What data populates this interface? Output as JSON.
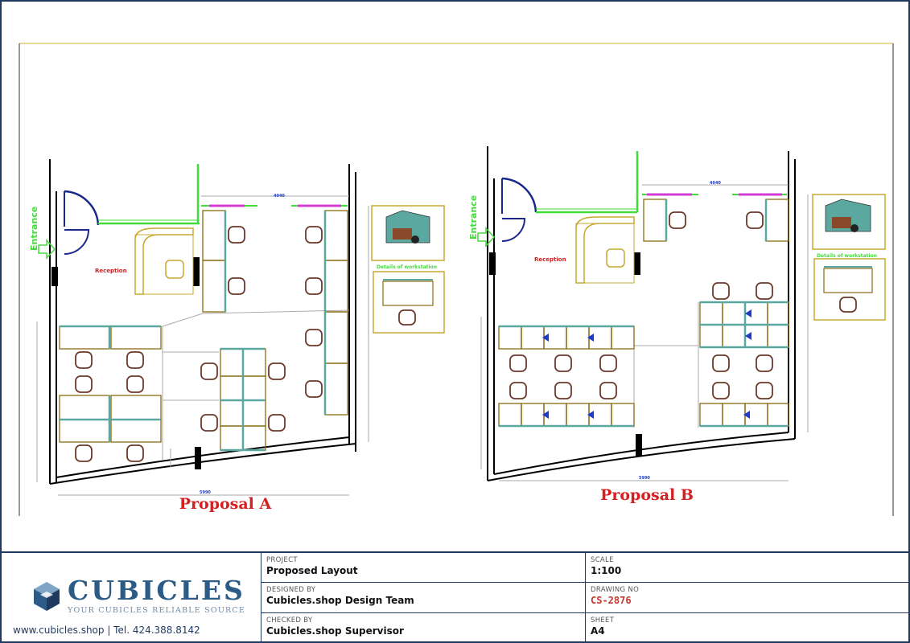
{
  "drawing": {
    "proposal_a": {
      "title": "Proposal A",
      "entrance": "Entrance",
      "reception": "Reception",
      "details": "Details of workstation"
    },
    "proposal_b": {
      "title": "Proposal B",
      "entrance": "Entrance",
      "reception": "Reception",
      "details": "Details of workstation"
    }
  },
  "brand": {
    "name": "CUBICLES",
    "tagline": "YOUR CUBICLES RELIABLE SOURCE",
    "contact": "www.cubicles.shop  |  Tel. 424.388.8142",
    "colors": {
      "primary": "#2b5b86",
      "dark": "#1f3a5f",
      "light": "#7fa4c8"
    }
  },
  "title_block": {
    "project_label": "PROJECT",
    "project": "Proposed Layout",
    "scale_label": "SCALE",
    "scale": "1:100",
    "designed_label": "DESIGNED BY",
    "designed": "Cubicles.shop Design Team",
    "drawing_no_label": "DRAWING NO",
    "drawing_no": "CS-2876",
    "checked_label": "CHECKED BY",
    "checked": "Cubicles.shop Supervisor",
    "sheet_label": "SHEET",
    "sheet": "A4"
  },
  "colors": {
    "wall": "#000000",
    "glass": "#42dc3a",
    "desk": "#8a6a10",
    "panel": "#5aa8a0",
    "chair": "#6b3a2a",
    "dimension": "#1e3cc8",
    "accent_red": "#c0392b"
  }
}
